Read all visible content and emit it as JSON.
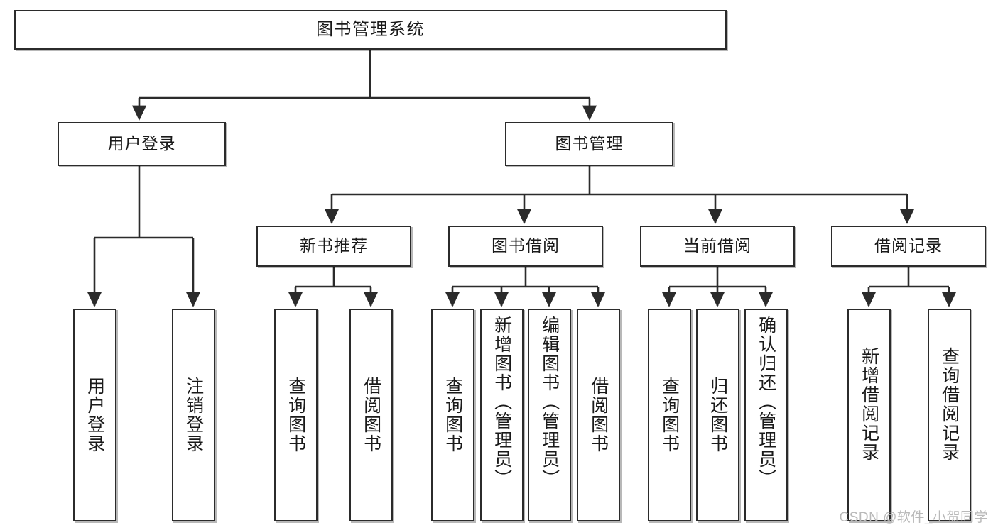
{
  "diagram": {
    "title": "图书管理系统",
    "watermark": "CSDN @软件_小贺同学",
    "type": "tree",
    "accent_color": "#2b2b2b",
    "background_color": "#ffffff",
    "levels": 4,
    "nodes": {
      "root": {
        "label": "图书管理系统",
        "level": 0
      },
      "l1_a": {
        "label": "用户登录",
        "level": 1
      },
      "l1_b": {
        "label": "图书管理",
        "level": 1
      },
      "l2_a": {
        "label": "新书推荐",
        "level": 2
      },
      "l2_b": {
        "label": "图书借阅",
        "level": 2
      },
      "l2_c": {
        "label": "当前借阅",
        "level": 2
      },
      "l2_d": {
        "label": "借阅记录",
        "level": 2
      },
      "leaf_1": {
        "label": "用户登录",
        "level": 3
      },
      "leaf_2": {
        "label": "注销登录",
        "level": 3
      },
      "leaf_3": {
        "label": "查询图书",
        "level": 3
      },
      "leaf_4": {
        "label": "借阅图书",
        "level": 3
      },
      "leaf_5": {
        "label": "查询图书",
        "level": 3
      },
      "leaf_6": {
        "label": "新增图书（管理员）",
        "level": 3
      },
      "leaf_7": {
        "label": "编辑图书（管理员）",
        "level": 3
      },
      "leaf_8": {
        "label": "借阅图书",
        "level": 3
      },
      "leaf_9": {
        "label": "查询图书",
        "level": 3
      },
      "leaf_10": {
        "label": "归还图书",
        "level": 3
      },
      "leaf_11": {
        "label": "确认归还（管理员）",
        "level": 3
      },
      "leaf_12": {
        "label": "新增借阅记录",
        "level": 3
      },
      "leaf_13": {
        "label": "查询借阅记录",
        "level": 3
      }
    },
    "edges": [
      {
        "from": "root",
        "to": "l1_a"
      },
      {
        "from": "root",
        "to": "l1_b"
      },
      {
        "from": "l1_b",
        "to": "l2_a"
      },
      {
        "from": "l1_b",
        "to": "l2_b"
      },
      {
        "from": "l1_b",
        "to": "l2_c"
      },
      {
        "from": "l1_b",
        "to": "l2_d"
      },
      {
        "from": "l1_a",
        "to": "leaf_1"
      },
      {
        "from": "l1_a",
        "to": "leaf_2"
      },
      {
        "from": "l2_a",
        "to": "leaf_3"
      },
      {
        "from": "l2_a",
        "to": "leaf_4"
      },
      {
        "from": "l2_b",
        "to": "leaf_5"
      },
      {
        "from": "l2_b",
        "to": "leaf_6"
      },
      {
        "from": "l2_b",
        "to": "leaf_7"
      },
      {
        "from": "l2_b",
        "to": "leaf_8"
      },
      {
        "from": "l2_c",
        "to": "leaf_9"
      },
      {
        "from": "l2_c",
        "to": "leaf_10"
      },
      {
        "from": "l2_c",
        "to": "leaf_11"
      },
      {
        "from": "l2_d",
        "to": "leaf_12"
      },
      {
        "from": "l2_d",
        "to": "leaf_13"
      }
    ]
  }
}
